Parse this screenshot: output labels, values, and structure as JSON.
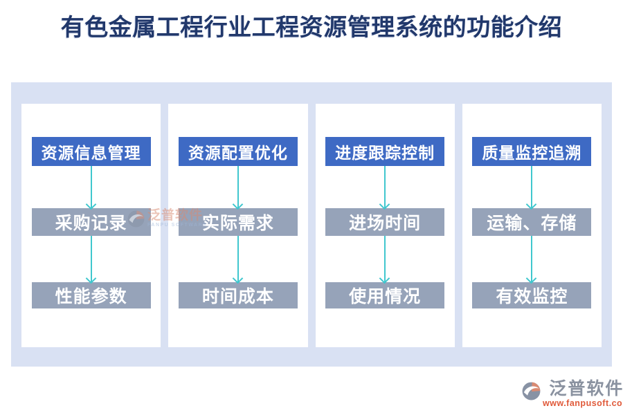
{
  "title": "有色金属工程行业工程资源管理系统的功能介绍",
  "columns": [
    {
      "header": "资源信息管理",
      "items": [
        "采购记录",
        "性能参数"
      ]
    },
    {
      "header": "资源配置优化",
      "items": [
        "实际需求",
        "时间成本"
      ]
    },
    {
      "header": "进度跟踪控制",
      "items": [
        "进场时间",
        "使用情况"
      ]
    },
    {
      "header": "质量监控追溯",
      "items": [
        "运输、存储",
        "有效监控"
      ]
    }
  ],
  "watermark": {
    "brand": "泛普软件",
    "subtitle": "FANPU SOFTWARE"
  },
  "footer": {
    "brand": "泛普软件",
    "website": "www.fanpusoft.com"
  },
  "colors": {
    "title_text": "#21386B",
    "header_box": "#3E6AC4",
    "item_box": "#96A3B9",
    "arrow": "#3FC7CE",
    "panel_bg": "#D9E1F3",
    "card_bg": "#FFFFFF",
    "box_text": "#FFFFFF",
    "logo_gray": "#8A92A0",
    "logo_salmon": "#D98A72",
    "url_orange": "#E05A3A"
  }
}
